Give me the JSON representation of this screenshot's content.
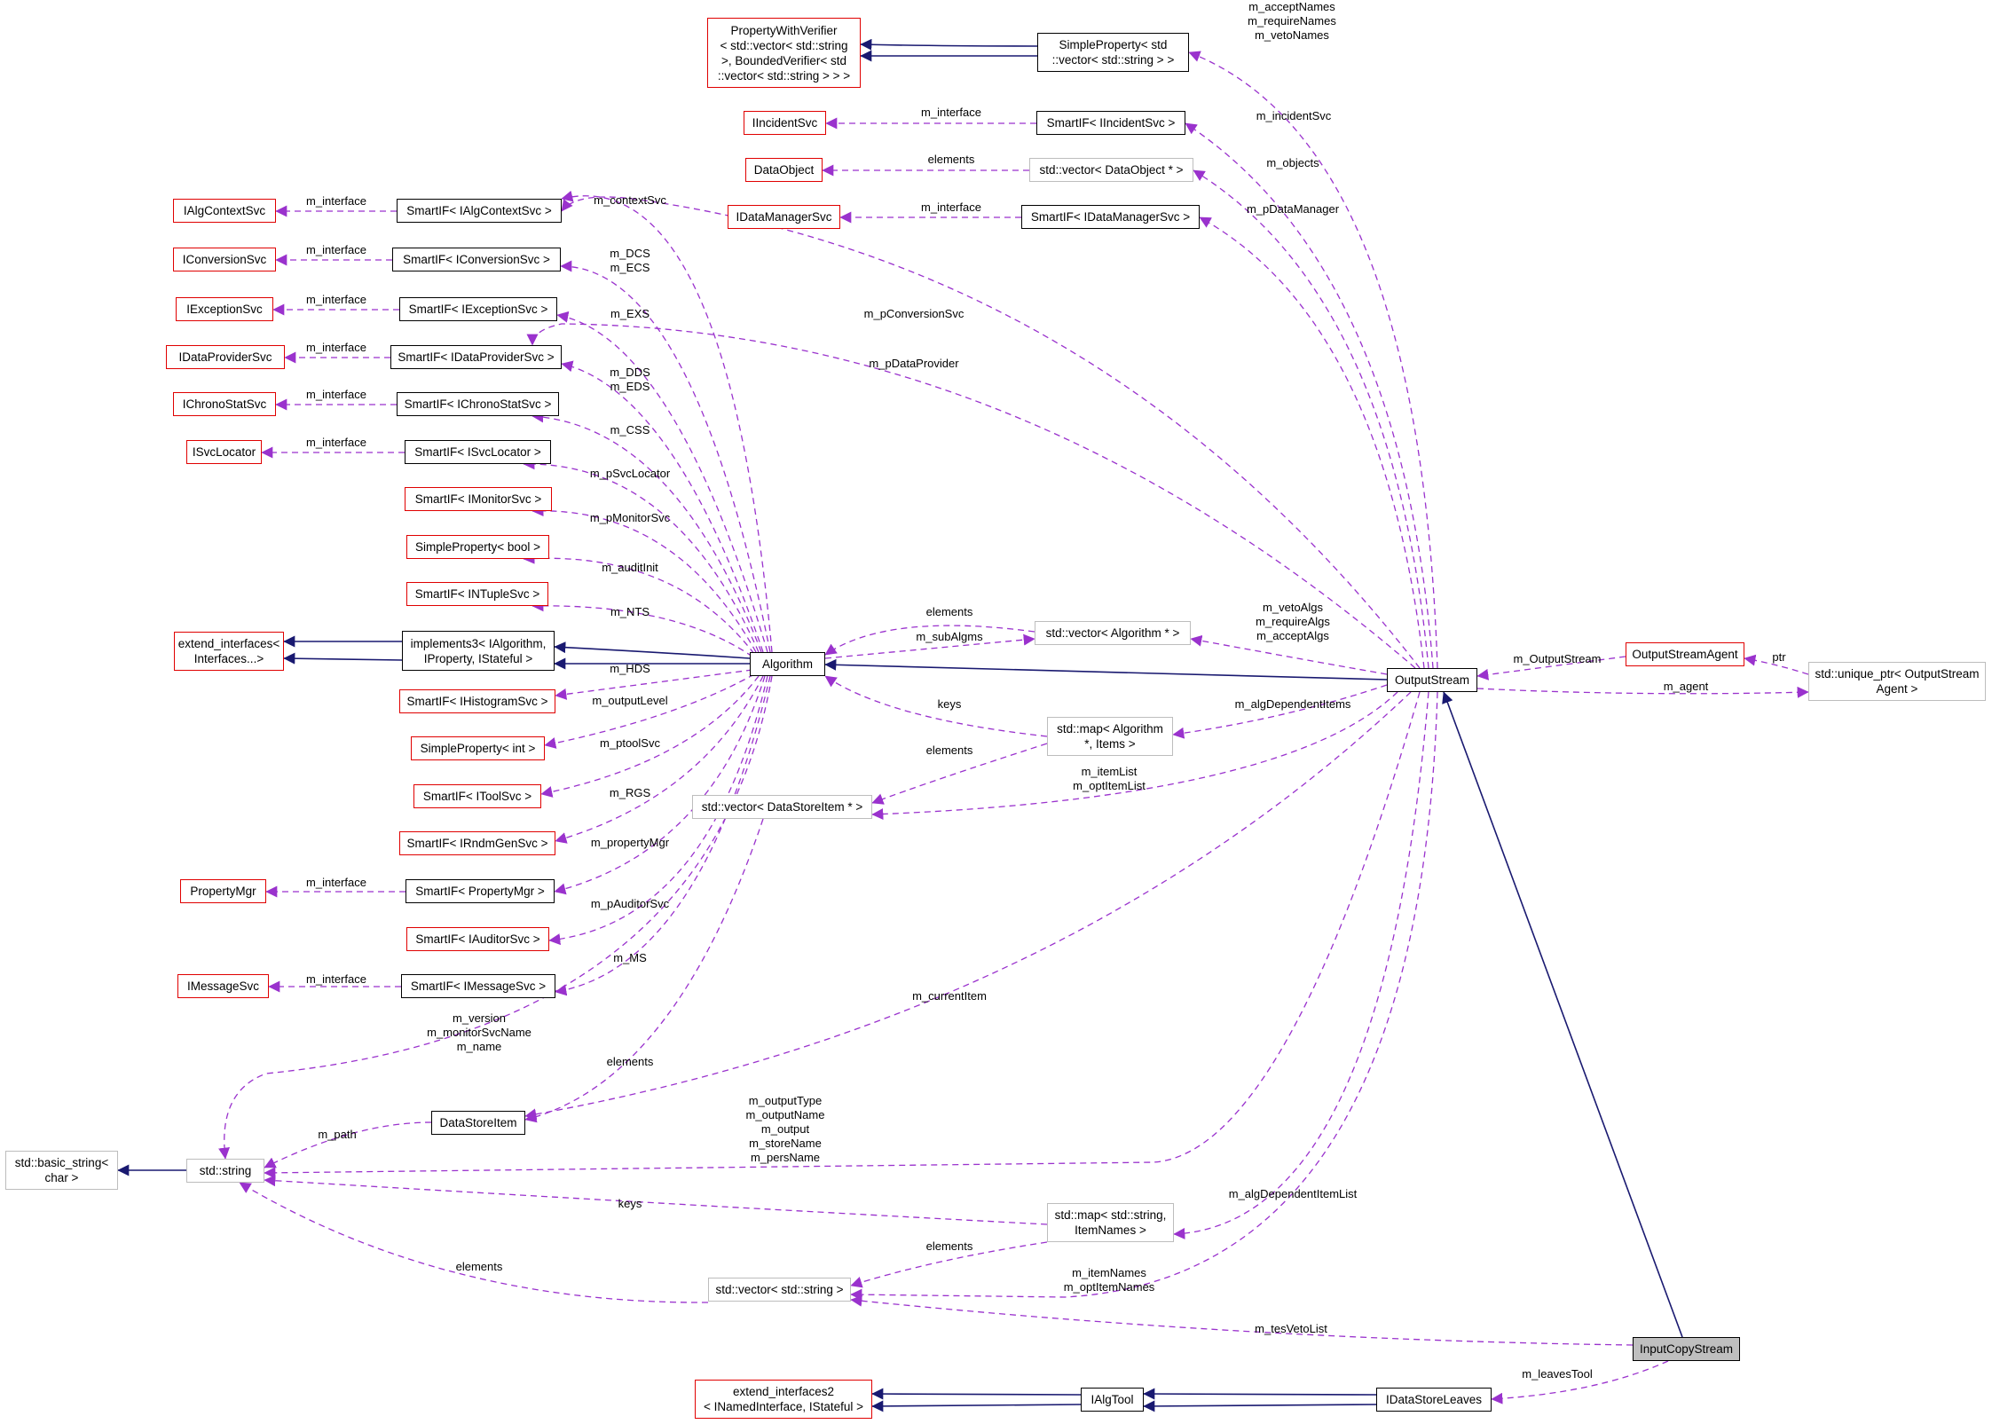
{
  "diagram": {
    "focus": "InputCopyStream",
    "nodes": [
      {
        "id": "pwv",
        "label": "PropertyWithVerifier\n< std::vector< std::string\n>, BoundedVerifier< std\n::vector< std::string > > >",
        "style": "red"
      },
      {
        "id": "sp_vs",
        "label": "SimpleProperty< std\n::vector< std::string > >",
        "style": "black"
      },
      {
        "id": "iincident",
        "label": "IIncidentSvc",
        "style": "red"
      },
      {
        "id": "si_incident",
        "label": "SmartIF< IIncidentSvc >",
        "style": "black"
      },
      {
        "id": "dataobject",
        "label": "DataObject",
        "style": "red"
      },
      {
        "id": "vec_dataobject",
        "label": "std::vector< DataObject * >",
        "style": "grey"
      },
      {
        "id": "idatamgr",
        "label": "IDataManagerSvc",
        "style": "red"
      },
      {
        "id": "si_datamgr",
        "label": "SmartIF< IDataManagerSvc >",
        "style": "black"
      },
      {
        "id": "ialgctx",
        "label": "IAlgContextSvc",
        "style": "red"
      },
      {
        "id": "si_algctx",
        "label": "SmartIF< IAlgContextSvc >",
        "style": "black"
      },
      {
        "id": "iconv",
        "label": "IConversionSvc",
        "style": "red"
      },
      {
        "id": "si_conv",
        "label": "SmartIF< IConversionSvc >",
        "style": "black"
      },
      {
        "id": "iexc",
        "label": "IExceptionSvc",
        "style": "red"
      },
      {
        "id": "si_exc",
        "label": "SmartIF< IExceptionSvc >",
        "style": "black"
      },
      {
        "id": "idataprov",
        "label": "IDataProviderSvc",
        "style": "red"
      },
      {
        "id": "si_dataprov",
        "label": "SmartIF< IDataProviderSvc >",
        "style": "black"
      },
      {
        "id": "ichrono",
        "label": "IChronoStatSvc",
        "style": "red"
      },
      {
        "id": "si_chrono",
        "label": "SmartIF< IChronoStatSvc >",
        "style": "black"
      },
      {
        "id": "isvcloc",
        "label": "ISvcLocator",
        "style": "red"
      },
      {
        "id": "si_svcloc",
        "label": "SmartIF< ISvcLocator >",
        "style": "black"
      },
      {
        "id": "si_monitor",
        "label": "SmartIF< IMonitorSvc >",
        "style": "red"
      },
      {
        "id": "sp_bool",
        "label": "SimpleProperty< bool >",
        "style": "red"
      },
      {
        "id": "si_ntuple",
        "label": "SmartIF< INTupleSvc >",
        "style": "red"
      },
      {
        "id": "extend_if",
        "label": "extend_interfaces<\nInterfaces...>",
        "style": "red"
      },
      {
        "id": "impl3",
        "label": "implements3< IAlgorithm,\nIProperty, IStateful >",
        "style": "black"
      },
      {
        "id": "algorithm",
        "label": "Algorithm",
        "style": "black"
      },
      {
        "id": "vec_alg",
        "label": "std::vector< Algorithm * >",
        "style": "grey"
      },
      {
        "id": "si_hist",
        "label": "SmartIF< IHistogramSvc >",
        "style": "red"
      },
      {
        "id": "sp_int",
        "label": "SimpleProperty< int >",
        "style": "red"
      },
      {
        "id": "map_alg",
        "label": "std::map< Algorithm\n*, Items >",
        "style": "grey"
      },
      {
        "id": "si_tool",
        "label": "SmartIF< IToolSvc >",
        "style": "red"
      },
      {
        "id": "vec_dsi",
        "label": "std::vector< DataStoreItem * >",
        "style": "grey"
      },
      {
        "id": "si_rndm",
        "label": "SmartIF< IRndmGenSvc >",
        "style": "red"
      },
      {
        "id": "propmgr",
        "label": "PropertyMgr",
        "style": "red"
      },
      {
        "id": "si_propmgr",
        "label": "SmartIF< PropertyMgr >",
        "style": "black"
      },
      {
        "id": "si_auditor",
        "label": "SmartIF< IAuditorSvc >",
        "style": "red"
      },
      {
        "id": "imsg",
        "label": "IMessageSvc",
        "style": "red"
      },
      {
        "id": "si_msg",
        "label": "SmartIF< IMessageSvc >",
        "style": "black"
      },
      {
        "id": "outputstream",
        "label": "OutputStream",
        "style": "black"
      },
      {
        "id": "osagent",
        "label": "OutputStreamAgent",
        "style": "red"
      },
      {
        "id": "uptr",
        "label": "std::unique_ptr< OutputStream\nAgent >",
        "style": "grey"
      },
      {
        "id": "dsitem",
        "label": "DataStoreItem",
        "style": "black"
      },
      {
        "id": "basic_string",
        "label": "std::basic_string<\nchar >",
        "style": "grey"
      },
      {
        "id": "stdstring",
        "label": "std::string",
        "style": "grey"
      },
      {
        "id": "map_str",
        "label": "std::map< std::string,\nItemNames >",
        "style": "grey"
      },
      {
        "id": "vec_str",
        "label": "std::vector< std::string >",
        "style": "grey"
      },
      {
        "id": "inputcopy",
        "label": "InputCopyStream",
        "style": "focus"
      },
      {
        "id": "extend_if2",
        "label": "extend_interfaces2\n< INamedInterface, IStateful >",
        "style": "red"
      },
      {
        "id": "ialgtool",
        "label": "IAlgTool",
        "style": "black"
      },
      {
        "id": "idsleaves",
        "label": "IDataStoreLeaves",
        "style": "black"
      }
    ],
    "edge_labels": [
      {
        "id": "lbl_accept",
        "text": "m_acceptNames\nm_requireNames\nm_vetoNames"
      },
      {
        "id": "lbl_incident_iface",
        "text": "m_interface"
      },
      {
        "id": "lbl_incident",
        "text": "m_incidentSvc"
      },
      {
        "id": "lbl_do_elements",
        "text": "elements"
      },
      {
        "id": "lbl_objects",
        "text": "m_objects"
      },
      {
        "id": "lbl_dm_iface",
        "text": "m_interface"
      },
      {
        "id": "lbl_pdm",
        "text": "m_pDataManager"
      },
      {
        "id": "lbl_ctx_iface",
        "text": "m_interface"
      },
      {
        "id": "lbl_ctxsvc",
        "text": "m_contextSvc"
      },
      {
        "id": "lbl_conv_iface",
        "text": "m_interface"
      },
      {
        "id": "lbl_dcs",
        "text": "m_DCS\nm_ECS"
      },
      {
        "id": "lbl_exc_iface",
        "text": "m_interface"
      },
      {
        "id": "lbl_exs",
        "text": "m_EXS"
      },
      {
        "id": "lbl_pconv",
        "text": "m_pConversionSvc"
      },
      {
        "id": "lbl_dp_iface",
        "text": "m_interface"
      },
      {
        "id": "lbl_pdp",
        "text": "m_pDataProvider"
      },
      {
        "id": "lbl_dds",
        "text": "m_DDS\nm_EDS"
      },
      {
        "id": "lbl_chrono_iface",
        "text": "m_interface"
      },
      {
        "id": "lbl_css",
        "text": "m_CSS"
      },
      {
        "id": "lbl_loc_iface",
        "text": "m_interface"
      },
      {
        "id": "lbl_psvcloc",
        "text": "m_pSvcLocator"
      },
      {
        "id": "lbl_pmon",
        "text": "m_pMonitorSvc"
      },
      {
        "id": "lbl_audit",
        "text": "m_auditInit"
      },
      {
        "id": "lbl_nts",
        "text": "m_NTS"
      },
      {
        "id": "lbl_alg_elements",
        "text": "elements"
      },
      {
        "id": "lbl_subalgs",
        "text": "m_subAlgms"
      },
      {
        "id": "lbl_vetoalgs",
        "text": "m_vetoAlgs\nm_requireAlgs\nm_acceptAlgs"
      },
      {
        "id": "lbl_hds",
        "text": "m_HDS"
      },
      {
        "id": "lbl_outlevel",
        "text": "m_outputLevel"
      },
      {
        "id": "lbl_keys1",
        "text": "keys"
      },
      {
        "id": "lbl_algdep",
        "text": "m_algDependentItems"
      },
      {
        "id": "lbl_ptool",
        "text": "m_ptoolSvc"
      },
      {
        "id": "lbl_dsi_elements",
        "text": "elements"
      },
      {
        "id": "lbl_itemlist",
        "text": "m_itemList\nm_optItemList"
      },
      {
        "id": "lbl_rgs",
        "text": "m_RGS"
      },
      {
        "id": "lbl_pm_iface",
        "text": "m_interface"
      },
      {
        "id": "lbl_propmgr",
        "text": "m_propertyMgr"
      },
      {
        "id": "lbl_paud",
        "text": "m_pAuditorSvc"
      },
      {
        "id": "lbl_msg_iface",
        "text": "m_interface"
      },
      {
        "id": "lbl_ms",
        "text": "m_MS"
      },
      {
        "id": "lbl_curitem",
        "text": "m_currentItem"
      },
      {
        "id": "lbl_version",
        "text": "m_version\nm_monitorSvcName\nm_name"
      },
      {
        "id": "lbl_dsi2_elements",
        "text": "elements"
      },
      {
        "id": "lbl_outtype",
        "text": "m_outputType\nm_outputName\nm_output\nm_storeName\nm_persName"
      },
      {
        "id": "lbl_path",
        "text": "m_path"
      },
      {
        "id": "lbl_keys2",
        "text": "keys"
      },
      {
        "id": "lbl_algdeplist",
        "text": "m_algDependentItemList"
      },
      {
        "id": "lbl_str_elements",
        "text": "elements"
      },
      {
        "id": "lbl_map_elements",
        "text": "elements"
      },
      {
        "id": "lbl_itemnames",
        "text": "m_itemNames\nm_optItemNames"
      },
      {
        "id": "lbl_tesveto",
        "text": "m_tesVetoList"
      },
      {
        "id": "lbl_leaves",
        "text": "m_leavesTool"
      },
      {
        "id": "lbl_outstream",
        "text": "m_OutputStream"
      },
      {
        "id": "lbl_ptr",
        "text": "ptr"
      },
      {
        "id": "lbl_agent",
        "text": "m_agent"
      }
    ],
    "colors": {
      "inheritance": "#191970",
      "usage": "#9a32cd",
      "red_border": "#e00000",
      "grey_border": "#bdbdbd",
      "focus_fill": "#bfbfbf"
    }
  }
}
